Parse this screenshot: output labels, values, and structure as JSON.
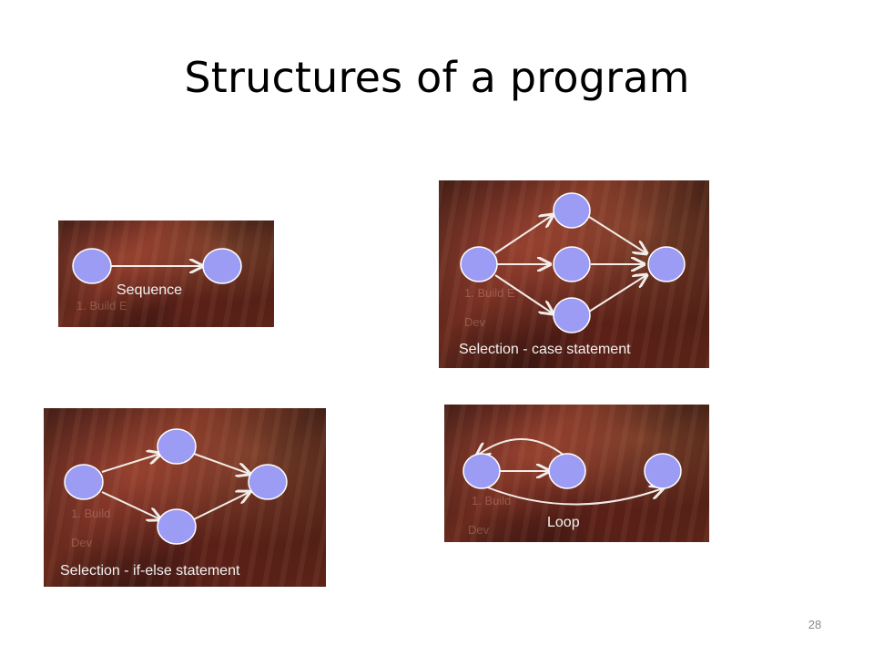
{
  "slide": {
    "title": "Structures of a program",
    "page_number": "28"
  },
  "panels": {
    "sequence": {
      "caption": "Sequence"
    },
    "case": {
      "caption": "Selection - case statement"
    },
    "ifelse": {
      "caption": "Selection - if-else statement"
    },
    "loop": {
      "caption": "Loop"
    }
  },
  "colors": {
    "node_fill": "#9d9cf4",
    "edge": "#f3ece8",
    "panel_bg": "#4a1e16"
  }
}
